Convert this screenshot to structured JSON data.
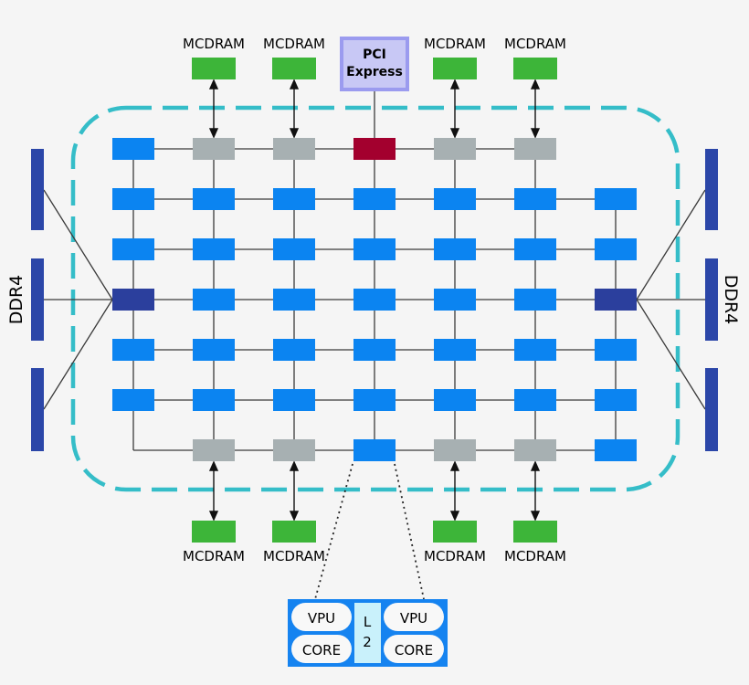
{
  "mcdram_label": "MCDRAM",
  "pcie_label_line1": "PCI",
  "pcie_label_line2": "Express",
  "ddr_left_label": "DDR4",
  "ddr_right_label": "DDR4",
  "tile": {
    "vpu_left": "VPU",
    "core_left": "CORE",
    "l2_line1": "L",
    "l2_line2": "2",
    "vpu_right": "VPU",
    "core_right": "CORE"
  },
  "colors": {
    "tile": "#0b84f1",
    "memory_controller_gray": "#a7b0b2",
    "pcie_controller": "#a3002e",
    "ddr_controller": "#2b3f9d",
    "ddr_bar": "#2b46a8",
    "mcdram": "#3db539",
    "pcie_box": "#c8c8f5",
    "pcie_border": "#9b9bef",
    "boundary": "#35bdc8",
    "tile_detail_bg": "#1583f0",
    "tile_detail_pill": "#f8f8f8",
    "l2_box": "#c9f1fb"
  }
}
